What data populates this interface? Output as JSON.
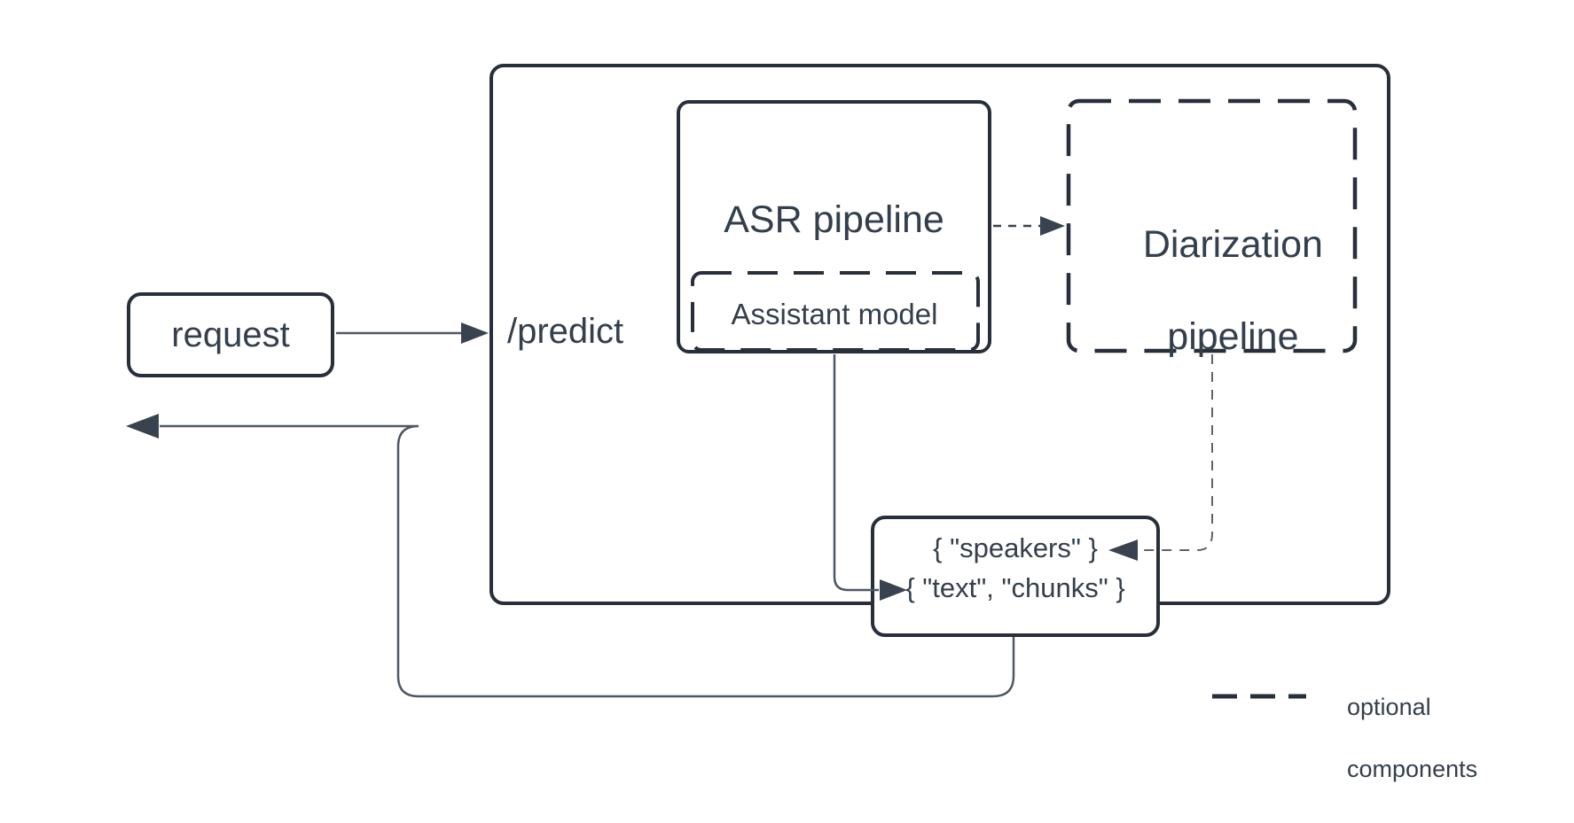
{
  "diagram": {
    "request": {
      "label": "request"
    },
    "predict": {
      "label": "/predict"
    },
    "asr_pipeline": {
      "label": "ASR pipeline"
    },
    "assistant_model": {
      "label": "Assistant model"
    },
    "diarization_pipeline": {
      "label_line1": "Diarization",
      "label_line2": "pipeline"
    },
    "output": {
      "line1": "{ \"speakers\" }",
      "line2": "{ \"text\", \"chunks\" }"
    },
    "legend": {
      "label_line1": "optional",
      "label_line2": "components"
    }
  },
  "colors": {
    "background": "#ffffff",
    "node_border": "#272f3a",
    "text": "#333f4c",
    "connector": "#4e5864",
    "arrowhead": "#39434f"
  }
}
